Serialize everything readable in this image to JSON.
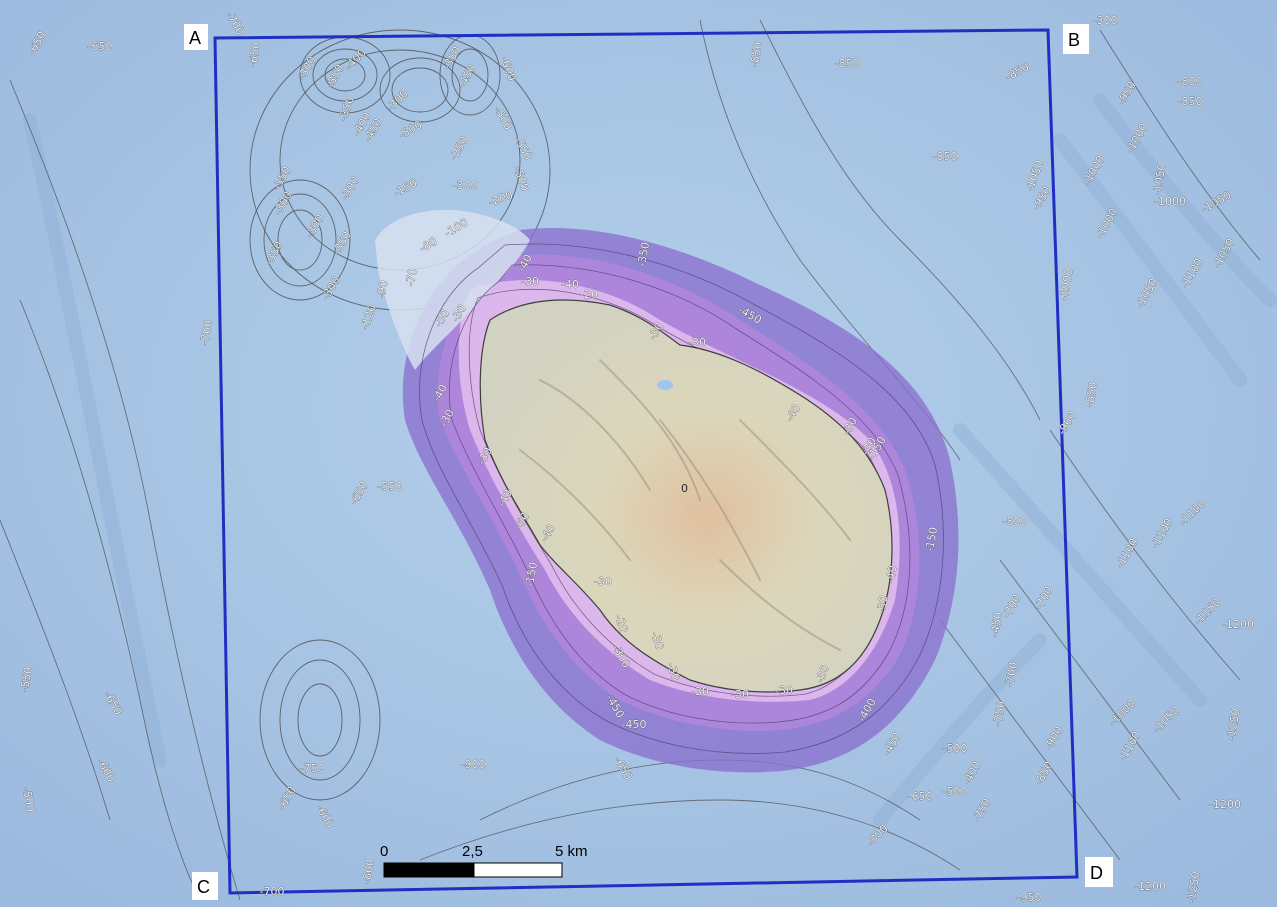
{
  "map": {
    "corners": [
      "A",
      "B",
      "C",
      "D"
    ],
    "island_summit_label": "0",
    "scale_bar": {
      "ticks": [
        "0",
        "2,5",
        "5 km"
      ],
      "fill_colors": [
        "#000000",
        "#ffffff"
      ]
    },
    "colors": {
      "sea": "#a9c7e6",
      "deep_sea": "#9ab9dc",
      "frame": "#1f2fc4",
      "shelf_outer": "#8a6fce",
      "shelf_inner": "#c49adf",
      "shallow": "#e3c0ee",
      "island": "#d9d5b8",
      "summit": "#dcb59a",
      "contour": "#4a4a4a"
    },
    "contour_labels": [
      {
        "text": "-650"
      },
      {
        "text": "-650"
      },
      {
        "text": "-700"
      },
      {
        "text": "-650"
      },
      {
        "text": "-300"
      },
      {
        "text": "-350"
      },
      {
        "text": "-400"
      },
      {
        "text": "-350"
      },
      {
        "text": "-400"
      },
      {
        "text": "-450"
      },
      {
        "text": "-300"
      },
      {
        "text": "-350"
      },
      {
        "text": "-450"
      },
      {
        "text": "-250"
      },
      {
        "text": "-500"
      },
      {
        "text": "-600"
      },
      {
        "text": "-500"
      },
      {
        "text": "-550"
      },
      {
        "text": "-350"
      },
      {
        "text": "-300"
      },
      {
        "text": "-150"
      },
      {
        "text": "-300"
      },
      {
        "text": "-200"
      },
      {
        "text": "-500"
      },
      {
        "text": "-300"
      },
      {
        "text": "-350"
      },
      {
        "text": "-300"
      },
      {
        "text": "-350"
      },
      {
        "text": "-300"
      },
      {
        "text": "-80"
      },
      {
        "text": "-100"
      },
      {
        "text": "-70"
      },
      {
        "text": "-90"
      },
      {
        "text": "-120"
      },
      {
        "text": "-700"
      },
      {
        "text": "-50"
      },
      {
        "text": "-30"
      },
      {
        "text": "-40"
      },
      {
        "text": "-30"
      },
      {
        "text": "-40"
      },
      {
        "text": "-20"
      },
      {
        "text": "-350"
      },
      {
        "text": "-30"
      },
      {
        "text": "-30"
      },
      {
        "text": "-450"
      },
      {
        "text": "-40"
      },
      {
        "text": "-30"
      },
      {
        "text": "-30"
      },
      {
        "text": "-40"
      },
      {
        "text": "-30"
      },
      {
        "text": "-150"
      },
      {
        "text": "-650"
      },
      {
        "text": "-550"
      },
      {
        "text": "-40"
      },
      {
        "text": "-60"
      },
      {
        "text": "-40"
      },
      {
        "text": "-150"
      },
      {
        "text": "-30"
      },
      {
        "text": "-30"
      },
      {
        "text": "-20"
      },
      {
        "text": "-30"
      },
      {
        "text": "-30"
      },
      {
        "text": "-30"
      },
      {
        "text": "-30"
      },
      {
        "text": "-30"
      },
      {
        "text": "-30"
      },
      {
        "text": "-40"
      },
      {
        "text": "-30"
      },
      {
        "text": "-150"
      },
      {
        "text": "-300"
      },
      {
        "text": "-450"
      },
      {
        "text": "-450"
      },
      {
        "text": "-650"
      },
      {
        "text": "-400"
      },
      {
        "text": "-900"
      },
      {
        "text": "-700"
      },
      {
        "text": "-850"
      },
      {
        "text": "-850"
      },
      {
        "text": "-850"
      },
      {
        "text": "-300"
      },
      {
        "text": "-850"
      },
      {
        "text": "-800"
      },
      {
        "text": "-850"
      },
      {
        "text": "-950"
      },
      {
        "text": "-1000"
      },
      {
        "text": "-1000"
      },
      {
        "text": "-950"
      },
      {
        "text": "-1050"
      },
      {
        "text": "-1050"
      },
      {
        "text": "-1000"
      },
      {
        "text": "-1050"
      },
      {
        "text": "-1050"
      },
      {
        "text": "-1000"
      },
      {
        "text": "-1050"
      },
      {
        "text": "-1100"
      },
      {
        "text": "-1000"
      },
      {
        "text": "-900"
      },
      {
        "text": "-850"
      },
      {
        "text": "-800"
      },
      {
        "text": "-700"
      },
      {
        "text": "-1100"
      },
      {
        "text": "-1100"
      },
      {
        "text": "-1100"
      },
      {
        "text": "-1150"
      },
      {
        "text": "-1200"
      },
      {
        "text": "-450"
      },
      {
        "text": "-700"
      },
      {
        "text": "-900"
      },
      {
        "text": "-750"
      },
      {
        "text": "-1000"
      },
      {
        "text": "-1050"
      },
      {
        "text": "-1100"
      },
      {
        "text": "-1250"
      },
      {
        "text": "-850"
      },
      {
        "text": "-500"
      },
      {
        "text": "-400"
      },
      {
        "text": "-650"
      },
      {
        "text": "-450"
      },
      {
        "text": "-500"
      },
      {
        "text": "-750"
      },
      {
        "text": "-800"
      },
      {
        "text": "-1200"
      },
      {
        "text": "-1200"
      },
      {
        "text": "-1250"
      },
      {
        "text": "-950"
      },
      {
        "text": "-550"
      },
      {
        "text": "-650"
      },
      {
        "text": "-600"
      },
      {
        "text": "-500"
      },
      {
        "text": "-750"
      },
      {
        "text": "-650"
      },
      {
        "text": "-600"
      },
      {
        "text": "-800"
      },
      {
        "text": "-700"
      }
    ]
  }
}
